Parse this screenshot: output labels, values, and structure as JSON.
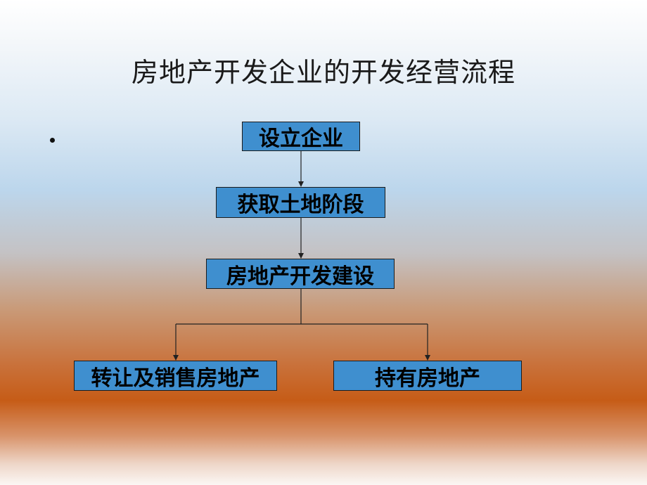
{
  "slide": {
    "title": "房地产开发企业的开发经营流程"
  },
  "flowchart": {
    "nodes": [
      {
        "id": "establish",
        "label": "设立企业"
      },
      {
        "id": "land",
        "label": "获取土地阶段"
      },
      {
        "id": "develop",
        "label": "房地产开发建设"
      },
      {
        "id": "sell",
        "label": "转让及销售房地产"
      },
      {
        "id": "hold",
        "label": "持有房地产"
      }
    ],
    "edges": [
      {
        "from": "establish",
        "to": "land"
      },
      {
        "from": "land",
        "to": "develop"
      },
      {
        "from": "develop",
        "to": "sell"
      },
      {
        "from": "develop",
        "to": "hold"
      }
    ]
  },
  "colors": {
    "node_fill": "#3f8fcf",
    "node_border": "#1b1b1b",
    "connector": "#222222"
  }
}
